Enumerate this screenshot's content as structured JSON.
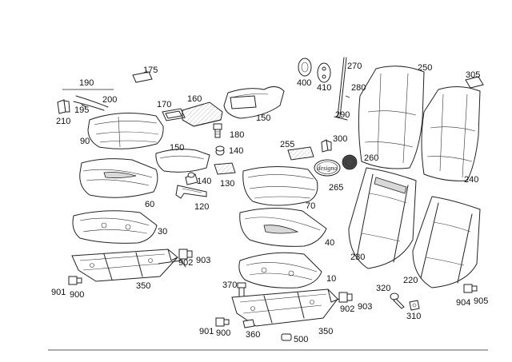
{
  "labels": {
    "p175": "175",
    "p190": "190",
    "p200": "200",
    "p195": "195",
    "p210": "210",
    "p90": "90",
    "p170": "170",
    "p160": "160",
    "p150a": "150",
    "p150b": "150",
    "p180": "180",
    "p140a": "140",
    "p140b": "140",
    "p130": "130",
    "p120": "120",
    "p60": "60",
    "p30": "30",
    "p902a": "902",
    "p903a": "903",
    "p350a": "350",
    "p901a": "901",
    "p900a": "900",
    "p400": "400",
    "p410": "410",
    "p270": "270",
    "p280": "280",
    "p290": "290",
    "p300": "300",
    "p255": "255",
    "p260": "260",
    "p265": "265",
    "p70": "70",
    "p40": "40",
    "p10": "10",
    "p370": "370",
    "p902b": "902",
    "p903b": "903",
    "p901b": "901",
    "p900b": "900",
    "p360": "360",
    "p350b": "350",
    "p500": "500",
    "p250": "250",
    "p305": "305",
    "p240": "240",
    "p230": "230",
    "p220": "220",
    "p320": "320",
    "p310": "310",
    "p904": "904",
    "p905": "905"
  },
  "emblem_text": "designo"
}
